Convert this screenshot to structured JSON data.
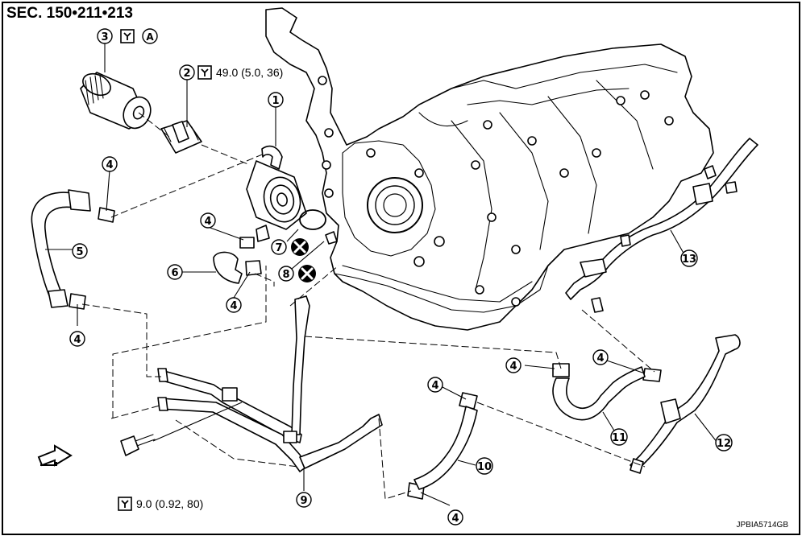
{
  "header": {
    "section_title": "SEC. 150•211•213"
  },
  "callouts": [
    {
      "id": "c1",
      "number": "1"
    },
    {
      "id": "c2",
      "number": "2"
    },
    {
      "id": "c3",
      "number": "3"
    },
    {
      "id": "c4a",
      "number": "4"
    },
    {
      "id": "c4b",
      "number": "4"
    },
    {
      "id": "c4c",
      "number": "4"
    },
    {
      "id": "c4d",
      "number": "4"
    },
    {
      "id": "c4e",
      "number": "4"
    },
    {
      "id": "c4f",
      "number": "4"
    },
    {
      "id": "c4g",
      "number": "4"
    },
    {
      "id": "c4h",
      "number": "4"
    },
    {
      "id": "c5",
      "number": "5"
    },
    {
      "id": "c6",
      "number": "6"
    },
    {
      "id": "c7",
      "number": "7"
    },
    {
      "id": "c8",
      "number": "8"
    },
    {
      "id": "c9",
      "number": "9"
    },
    {
      "id": "c10",
      "number": "10"
    },
    {
      "id": "c11",
      "number": "11"
    },
    {
      "id": "c12",
      "number": "12"
    },
    {
      "id": "c13",
      "number": "13"
    }
  ],
  "torques": {
    "part2": "49.0 (5.0, 36)",
    "bolt": "9.0 (0.92, 80)"
  },
  "symbols": {
    "apply_mark": "A",
    "torque_icon": "torque-wrench-icon",
    "replace_icon": "do-not-reuse-icon",
    "front_icon": "front-arrow-icon"
  },
  "footer": {
    "figure_code": "JPBIA5714GB"
  }
}
